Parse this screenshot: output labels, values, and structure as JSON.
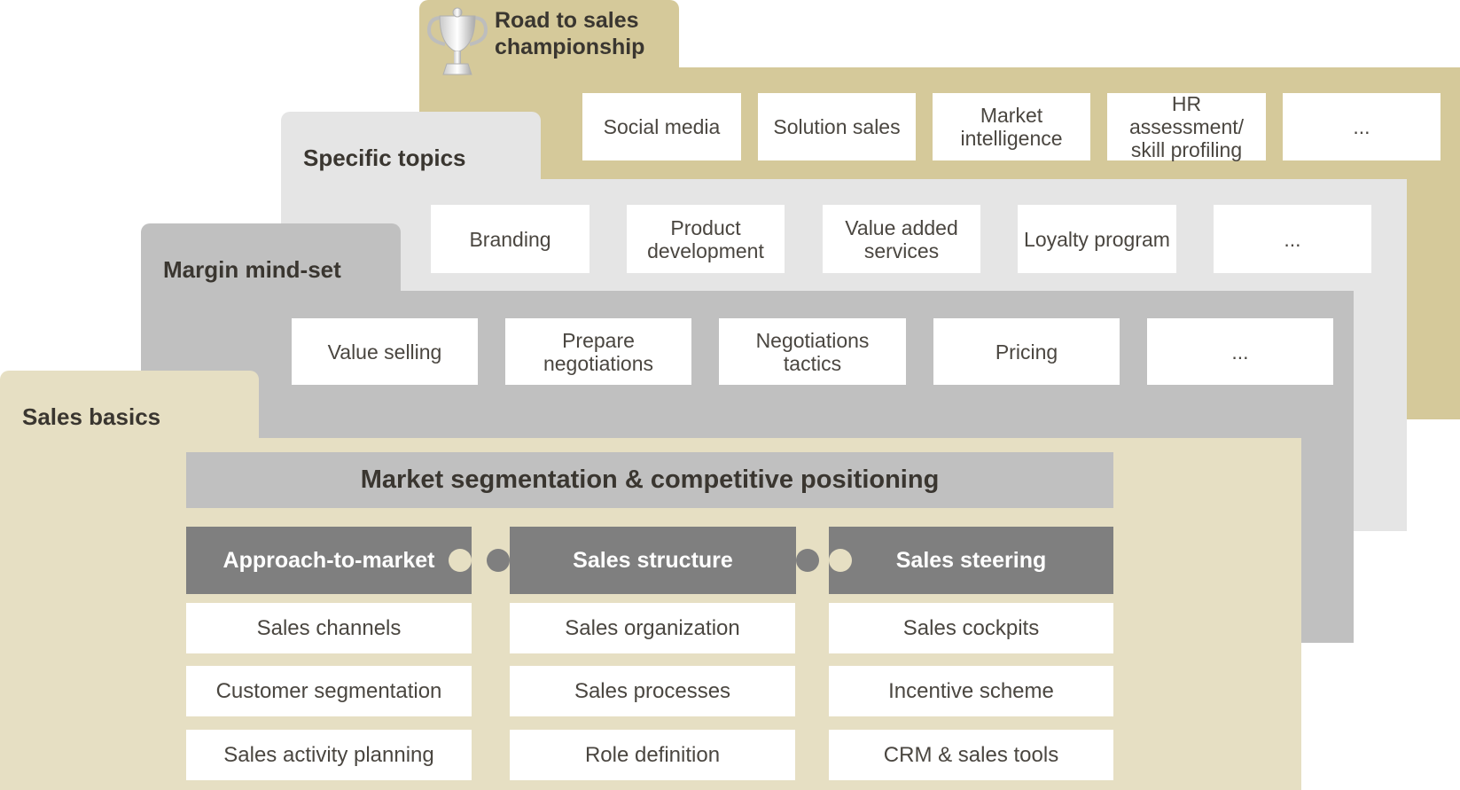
{
  "layers": {
    "road": {
      "title": "Road to sales championship",
      "title_lines": [
        "Road to sales",
        "championship"
      ],
      "items": [
        "Social media",
        "Solution sales",
        "Market intelligence",
        "HR assessment/ skill profiling",
        "..."
      ],
      "color": "#d5c99a"
    },
    "specific": {
      "title": "Specific topics",
      "items": [
        "Branding",
        "Product development",
        "Value added services",
        "Loyalty program",
        "..."
      ],
      "color": "#e5e5e5"
    },
    "margin": {
      "title": "Margin mind-set",
      "items": [
        "Value selling",
        "Prepare negotiations",
        "Negotiations tactics",
        "Pricing",
        "..."
      ],
      "color": "#c0c0c0"
    },
    "basics": {
      "title": "Sales basics",
      "color": "#e6dfc3",
      "banner": "Market segmentation & competitive positioning",
      "columns": [
        {
          "header": "Approach-to-market",
          "items": [
            "Sales channels",
            "Customer segmentation",
            "Sales activity planning"
          ]
        },
        {
          "header": "Sales structure",
          "items": [
            "Sales organization",
            "Sales processes",
            "Role definition"
          ]
        },
        {
          "header": "Sales steering",
          "items": [
            "Sales cockpits",
            "Incentive scheme",
            "CRM & sales tools"
          ]
        }
      ]
    }
  },
  "icons": {
    "trophy": "trophy-icon"
  }
}
